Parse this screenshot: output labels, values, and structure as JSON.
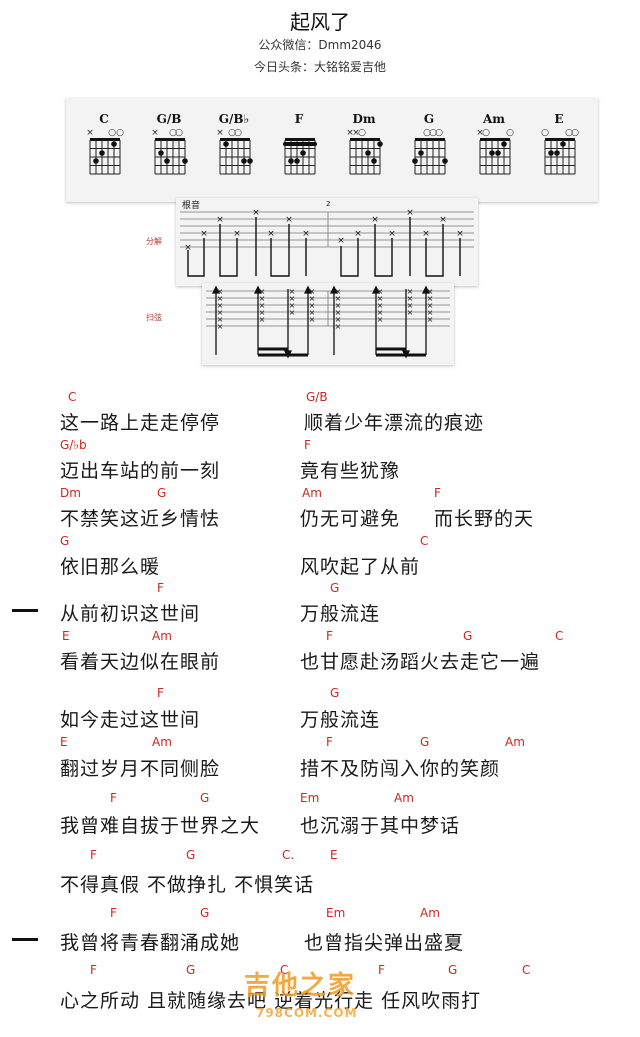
{
  "header": {
    "title": "起风了",
    "line1": "公众微信：Dmm2046",
    "line2": "今日头条：大铭铭爱吉他"
  },
  "chords": [
    "C",
    "G/B",
    "G/B♭",
    "F",
    "Dm",
    "G",
    "Am",
    "E"
  ],
  "tab": {
    "root_label": "根音",
    "measure_number": "2",
    "pick_label": "分解",
    "strum_label": "扫弦"
  },
  "lines": [
    {
      "chords": [
        "C",
        "G/B"
      ],
      "lyrics": [
        "这一路上走走停停",
        "顺着少年漂流的痕迹"
      ]
    },
    {
      "chords": [
        "G/♭b",
        "F"
      ],
      "lyrics": [
        "迈出车站的前一刻",
        "竟有些犹豫"
      ]
    },
    {
      "chords": [
        "Dm",
        "G",
        "Am",
        "F"
      ],
      "lyrics": [
        "不禁笑这近乡情怯",
        "仍无可避免",
        "而长野的天"
      ]
    },
    {
      "chords": [
        "G",
        "C"
      ],
      "lyrics": [
        "依旧那么暖",
        "风吹起了从前"
      ]
    },
    {
      "chords": [
        "F",
        "G"
      ],
      "lyrics": [
        "从前初识这世间",
        "万般流连"
      ]
    },
    {
      "chords": [
        "E",
        "Am",
        "F",
        "G",
        "C"
      ],
      "lyrics": [
        "看着天边似在眼前",
        "也甘愿赴汤蹈火去走它一遍"
      ]
    },
    {
      "chords": [
        "F",
        "G"
      ],
      "lyrics": [
        "如今走过这世间",
        "万般流连"
      ]
    },
    {
      "chords": [
        "E",
        "Am",
        "F",
        "G",
        "Am"
      ],
      "lyrics": [
        "翻过岁月不同侧脸",
        "措不及防闯入你的笑颜"
      ]
    },
    {
      "chords": [
        "F",
        "G",
        "Em",
        "Am"
      ],
      "lyrics": [
        "我曾难自拔于世界之大",
        "也沉溺于其中梦话"
      ]
    },
    {
      "chords": [
        "F",
        "G",
        "C.",
        "E"
      ],
      "lyrics": [
        "不得真假 不做挣扎 不惧笑话"
      ]
    },
    {
      "chords": [
        "F",
        "G",
        "Em",
        "Am"
      ],
      "lyrics": [
        "我曾将青春翻涌成她",
        "也曾指尖弹出盛夏"
      ]
    },
    {
      "chords": [
        "F",
        "G",
        "C",
        "F",
        "G",
        "C"
      ],
      "lyrics": [
        "心之所动 且就随缘去吧 逆着光行走 任风吹雨打"
      ]
    }
  ],
  "watermark": {
    "main": "吉他之家",
    "sub": "798COM.COM"
  }
}
